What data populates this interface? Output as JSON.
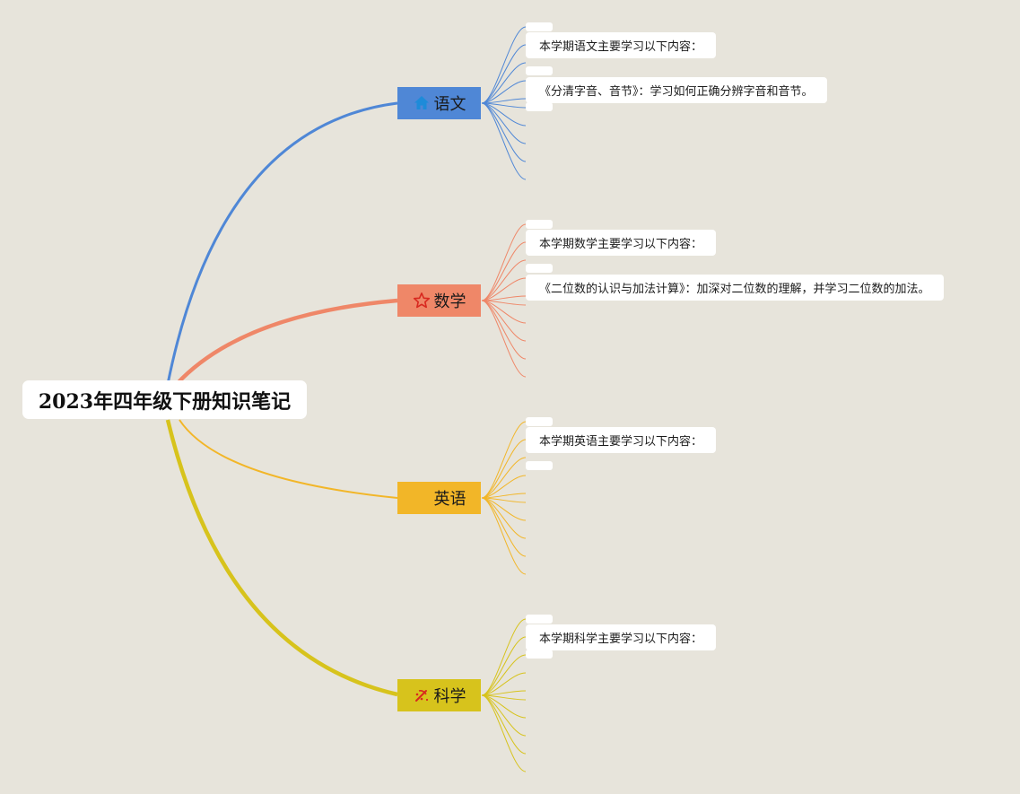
{
  "root": {
    "title": "2023年四年级下册知识笔记"
  },
  "branches": [
    {
      "label": "语文",
      "icon": "home-icon",
      "color": "#4f87d6",
      "notes": [
        "本学期语文主要学习以下内容：",
        "《分清字音、音节》：学习如何正确分辨字音和音节。"
      ]
    },
    {
      "label": "数学",
      "icon": "star-icon",
      "color": "#ef8768",
      "notes": [
        "本学期数学主要学习以下内容：",
        "《二位数的认识与加法计算》：加深对二位数的理解，并学习二位数的加法。"
      ]
    },
    {
      "label": "英语",
      "icon": "",
      "color": "#f2b628",
      "notes": [
        "本学期英语主要学习以下内容："
      ]
    },
    {
      "label": "科学",
      "icon": "science-icon",
      "color": "#d7c31c",
      "notes": [
        "本学期科学主要学习以下内容："
      ]
    }
  ]
}
